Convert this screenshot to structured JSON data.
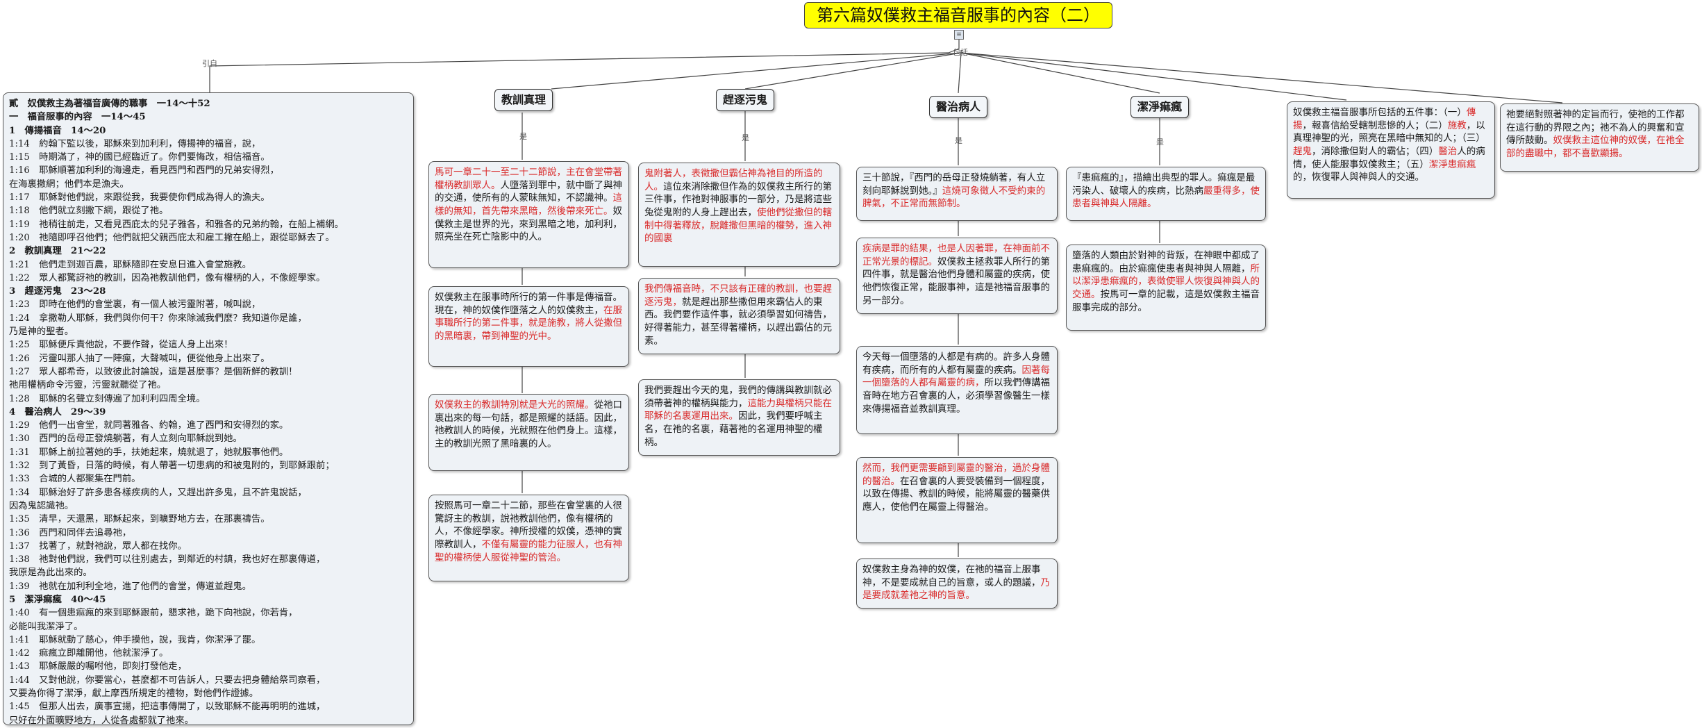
{
  "title": "第六篇奴僕救主福音服事的內容（二）",
  "link_labels": {
    "cite": "引自",
    "include": "包括",
    "summary": "是"
  },
  "categories": [
    "教訓真理",
    "趕逐污鬼",
    "醫治病人",
    "潔淨痲瘋"
  ],
  "scripture": [
    {
      "t": "貳　奴僕救主為著福音廣傳的職事　一14～十52",
      "h": true
    },
    {
      "t": "一　福音服事的內容　一14～45",
      "h": true
    },
    {
      "t": "1　傳揚福音　14～20",
      "h": true
    },
    {
      "t": "1:14　約翰下監以後，耶穌來到加利利，傳揚神的福音，說，"
    },
    {
      "t": "1:15　時期滿了，神的國已經臨近了。你們要悔改，相信福音。"
    },
    {
      "t": "1:16　耶穌順著加利利的海邊走，看見西門和西門的兄弟安得烈，"
    },
    {
      "t": "在海裏撒網；他們本是漁夫。"
    },
    {
      "t": "1:17　耶穌對他們說，來跟從我，我要使你們成為得人的漁夫。"
    },
    {
      "t": "1:18　他們就立刻撇下網，跟從了祂。"
    },
    {
      "t": "1:19　祂稍往前走，又看見西庇太的兒子雅各，和雅各的兄弟約翰，在船上補網。"
    },
    {
      "t": "1:20　祂隨即呼召他們；他們就把父親西庇太和雇工撇在船上，跟從耶穌去了。"
    },
    {
      "t": "2　教訓真理　21～22",
      "h": true
    },
    {
      "t": "1:21　他們走到迦百農，耶穌隨即在安息日進入會堂施教。"
    },
    {
      "t": "1:22　眾人都驚訝祂的教訓，因為祂教訓他們，像有權柄的人，不像經學家。"
    },
    {
      "t": "3　趕逐污鬼　23～28",
      "h": true
    },
    {
      "t": "1:23　即時在他們的會堂裏，有一個人被污靈附著，喊叫說，"
    },
    {
      "t": "1:24　拿撒勒人耶穌，我們與你何干？你來除滅我們麼？我知道你是誰，"
    },
    {
      "t": "乃是神的聖者。"
    },
    {
      "t": "1:25　耶穌便斥責他說，不要作聲，從這人身上出來！"
    },
    {
      "t": "1:26　污靈叫那人抽了一陣瘋，大聲喊叫，便從他身上出來了。"
    },
    {
      "t": "1:27　眾人都希奇，以致彼此討論說，這是甚麼事？是個新鮮的教訓！"
    },
    {
      "t": "祂用權柄命令污靈，污靈就聽從了祂。"
    },
    {
      "t": "1:28　耶穌的名聲立刻傳遍了加利利四周全境。"
    },
    {
      "t": "4　醫治病人　29～39",
      "h": true
    },
    {
      "t": "1:29　他們一出會堂，就同著雅各、約翰，進了西門和安得烈的家。"
    },
    {
      "t": "1:30　西門的岳母正發燒躺著，有人立刻向耶穌說到她。"
    },
    {
      "t": "1:31　耶穌上前拉著她的手，扶她起來，燒就退了，她就服事他們。"
    },
    {
      "t": "1:32　到了黃昏，日落的時候，有人帶著一切患病的和被鬼附的，到耶穌跟前；"
    },
    {
      "t": "1:33　合城的人都聚集在門前。"
    },
    {
      "t": "1:34　耶穌治好了許多患各樣疾病的人，又趕出許多鬼，且不許鬼說話，"
    },
    {
      "t": "因為鬼認識祂。"
    },
    {
      "t": "1:35　清早，天還黑，耶穌起來，到曠野地方去，在那裏禱告。"
    },
    {
      "t": "1:36　西門和同伴去追尋祂，"
    },
    {
      "t": "1:37　找著了，就對祂說，眾人都在找你。"
    },
    {
      "t": "1:38　祂對他們說，我們可以往別處去，到鄰近的村鎮，我也好在那裏傳道，"
    },
    {
      "t": "我原是為此出來的。"
    },
    {
      "t": "1:39　祂就在加利利全地，進了他們的會堂，傳道並趕鬼。"
    },
    {
      "t": "5　潔淨痲瘋　40～45",
      "h": true
    },
    {
      "t": "1:40　有一個患痲瘋的來到耶穌跟前，懇求祂，跪下向祂說，你若肯，"
    },
    {
      "t": "必能叫我潔淨了。"
    },
    {
      "t": "1:41　耶穌就動了慈心，伸手摸他，說，我肯，你潔淨了罷。"
    },
    {
      "t": "1:42　痲瘋立即離開他，他就潔淨了。"
    },
    {
      "t": "1:43　耶穌嚴嚴的囑咐他，即刻打發他走，"
    },
    {
      "t": "1:44　又對他說，你要當心，甚麼都不可告訴人，只要去把身體給祭司察看，"
    },
    {
      "t": "又要為你得了潔淨，獻上摩西所規定的禮物，對他們作證據。"
    },
    {
      "t": "1:45　但那人出去，廣事宣揚，把這事傳開了，以致耶穌不能再明明的進城，"
    },
    {
      "t": "只好在外面曠野地方，人從各處都就了祂來。"
    }
  ],
  "notes": {
    "teach1": [
      {
        "t": "馬可一章二十一至二十二節說，主在會堂帶著權柄教訓眾人。",
        "r": true
      },
      {
        "t": "人墮落到罪中，就中斷了與神的交通，使所有的人蒙昧無知，不認識神。"
      },
      {
        "t": "這樣的無知，首先帶來黑暗，然後帶來死亡。",
        "r": true
      },
      {
        "t": "奴僕救主是世界的光，來到黑暗之地，加利利，照亮坐在死亡陰影中的人。"
      }
    ],
    "teach2": [
      {
        "t": "奴僕救主在服事時所行的第一件事是傳福音。現在，神的奴僕作墮落之人的奴僕救主，"
      },
      {
        "t": "在服事職所行的第二件事，就是施教，將人從撒但的黑暗裏，帶到神聖的光中。",
        "r": true
      }
    ],
    "teach3": [
      {
        "t": "奴僕救主的教訓特別就是大光的照耀。",
        "r": true
      },
      {
        "t": "從祂口裏出來的每一句話，都是照耀的話語。因此，祂教訓人的時候，光就照在他們身上。這樣，主的教訓光照了黑暗裏的人。"
      }
    ],
    "teach4": [
      {
        "t": "按照馬可一章二十二節，那些在會堂裏的人很驚訝主的教訓，說祂教訓他們，像有權柄的人，不像經學家。神所授權的奴僕，憑神的實際教訓人，"
      },
      {
        "t": "不僅有屬靈的能力征服人，也有神聖的權柄使人服從神聖的管治。",
        "r": true
      }
    ],
    "demon1": [
      {
        "t": "鬼附著人，表徵撒但霸佔神為祂目的所造的人。",
        "r": true
      },
      {
        "t": "這位來消除撒但作為的奴僕救主所行的第三件事，作祂對神服事的一部分，乃是將這些兔從鬼附的人身上趕出去，"
      },
      {
        "t": "使他們從撒但的轄制中得著釋放，脫離撒但黑暗的權勢，進入神的國裏",
        "r": true
      }
    ],
    "demon2": [
      {
        "t": "我們傳福音時，不只該有正確的教訓，也要趕逐污鬼，",
        "r": true
      },
      {
        "t": "就是趕出那些撒但用來霸佔人的東西。我們要作這件事，就必須學習如何禱告，好得著能力，甚至得著權柄，以趕出霸佔的元素。"
      }
    ],
    "demon3": [
      {
        "t": "我們要趕出今天的鬼，我們的傳講與教訓就必須帶著神的權柄與能力，"
      },
      {
        "t": "這能力與權柄只能在耶穌的名裏運用出來。",
        "r": true
      },
      {
        "t": "因此，我們要呼喊主名，在祂的名裏，藉著祂的名運用神聖的權柄。"
      }
    ],
    "heal1": [
      {
        "t": "三十節說，『西門的岳母正發燒躺著，有人立刻向耶穌說到她。』"
      },
      {
        "t": "這燒可象徵人不受約束的脾氣，不正常而無節制。",
        "r": true
      }
    ],
    "heal2": [
      {
        "t": "疾病是罪的結果，也是人因著罪，在神面前不正常光景的標記。",
        "r": true
      },
      {
        "t": "奴僕救主拯救罪人所行的第四件事，就是醫治他們身體和屬靈的疾病，使他們恢復正常，能服事神，這是祂福音服事的另一部分。"
      }
    ],
    "heal3": [
      {
        "t": "今天每一個墮落的人都是有病的。許多人身體有疾病，而所有的人都有屬靈的疾病。"
      },
      {
        "t": "因著每一個墮落的人都有屬靈的病，",
        "r": true
      },
      {
        "t": "所以我們傳講福音時在地方召會裏的人，必須學習像醫生一樣來傳揚福音並教訓真理。"
      }
    ],
    "heal4": [
      {
        "t": "然而，我們更需要顧到屬靈的醫治，過於身體的醫治。",
        "r": true
      },
      {
        "t": "在召會裏的人要受裝備到一個程度，以致在傳揚、教訓的時候，能將屬靈的醫藥供應人，使他們在屬靈上得醫治。"
      }
    ],
    "heal5": [
      {
        "t": "奴僕救主身為神的奴僕，在祂的福音上服事神，不是要成就自己的旨意，或人的題議，"
      },
      {
        "t": "乃是要成就差祂之神的旨意。",
        "r": true
      }
    ],
    "lep1": [
      {
        "t": "『患痲瘋的』，描繪出典型的罪人。痲瘋是最污染人、破壞人的疾病，比熱病"
      },
      {
        "t": "嚴重得多，使患者與神與人隔離。",
        "r": true
      }
    ],
    "lep2": [
      {
        "t": "墮落的人類由於對神的背叛，在神眼中都成了患痲瘋的。由於痲瘋使患者與神與人隔離，"
      },
      {
        "t": "所以潔淨患痲瘋的，表徵使罪人恢復與神與人的交通。",
        "r": true
      },
      {
        "t": "按馬可一章的記載，這是奴僕救主福音服事完成的部分。"
      }
    ],
    "five": [
      {
        "t": "奴僕救主福音服事所包括的五件事：（一）"
      },
      {
        "t": "傳揚",
        "r": true
      },
      {
        "t": "，報喜信給受轄制悲慘的人；（二）"
      },
      {
        "t": "施教",
        "r": true
      },
      {
        "t": "，以真理神聖的光，照亮在黑暗中無知的人；（三）"
      },
      {
        "t": "趕鬼",
        "r": true
      },
      {
        "t": "，消除撒但對人的霸佔；（四）"
      },
      {
        "t": "醫治",
        "r": true
      },
      {
        "t": "人的病情，使人能服事奴僕救主；（五）"
      },
      {
        "t": "潔淨患痲瘋",
        "r": true
      },
      {
        "t": "的，恢復罪人與神與人的交通。"
      }
    ],
    "follow": [
      {
        "t": "祂要絕對照著神的定旨而行，使祂的工作都在這行動的界限之內；祂不為人的興奮和宣傳所鼓動。"
      },
      {
        "t": "奴僕救主這位神的奴僕，在祂全部的盡職中，都不喜歡顯揚。",
        "r": true
      }
    ]
  }
}
